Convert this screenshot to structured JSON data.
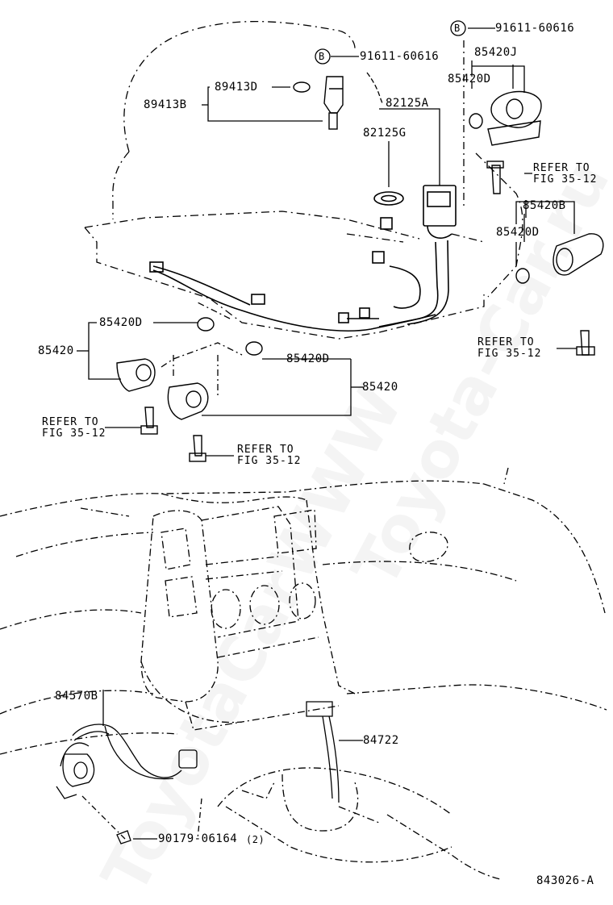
{
  "watermark": {
    "left": "ToyotaCarWWW",
    "right": "Toyota-Car.ru"
  },
  "callouts": {
    "bolt_b_top_right": "B",
    "bolt_b_top_right_part": "91611-60616",
    "bolt_b_top_left": "B",
    "bolt_b_top_left_part": "91611-60616",
    "p89413D": "89413D",
    "p89413B": "89413B",
    "p82125A": "82125A",
    "p82125G": "82125G",
    "p85420J": "85420J",
    "p85420D_top": "85420D",
    "p85420B": "85420B",
    "p85420D_right": "85420D",
    "p85420D_left": "85420D",
    "p85420_left": "85420",
    "p85420D_mid": "85420D",
    "p85420_mid": "85420",
    "p84570B": "84570B",
    "p84722": "84722",
    "p90179": "90179-06164",
    "p90179_qty": "(2)",
    "diagram_id": "843026-A"
  },
  "refs": {
    "right_top": [
      "REFER TO",
      "FIG 35-12"
    ],
    "right_mid": [
      "REFER TO",
      "FIG 35-12"
    ],
    "left": [
      "REFER TO",
      "FIG 35-12"
    ],
    "mid": [
      "REFER TO",
      "FIG 35-12"
    ]
  }
}
